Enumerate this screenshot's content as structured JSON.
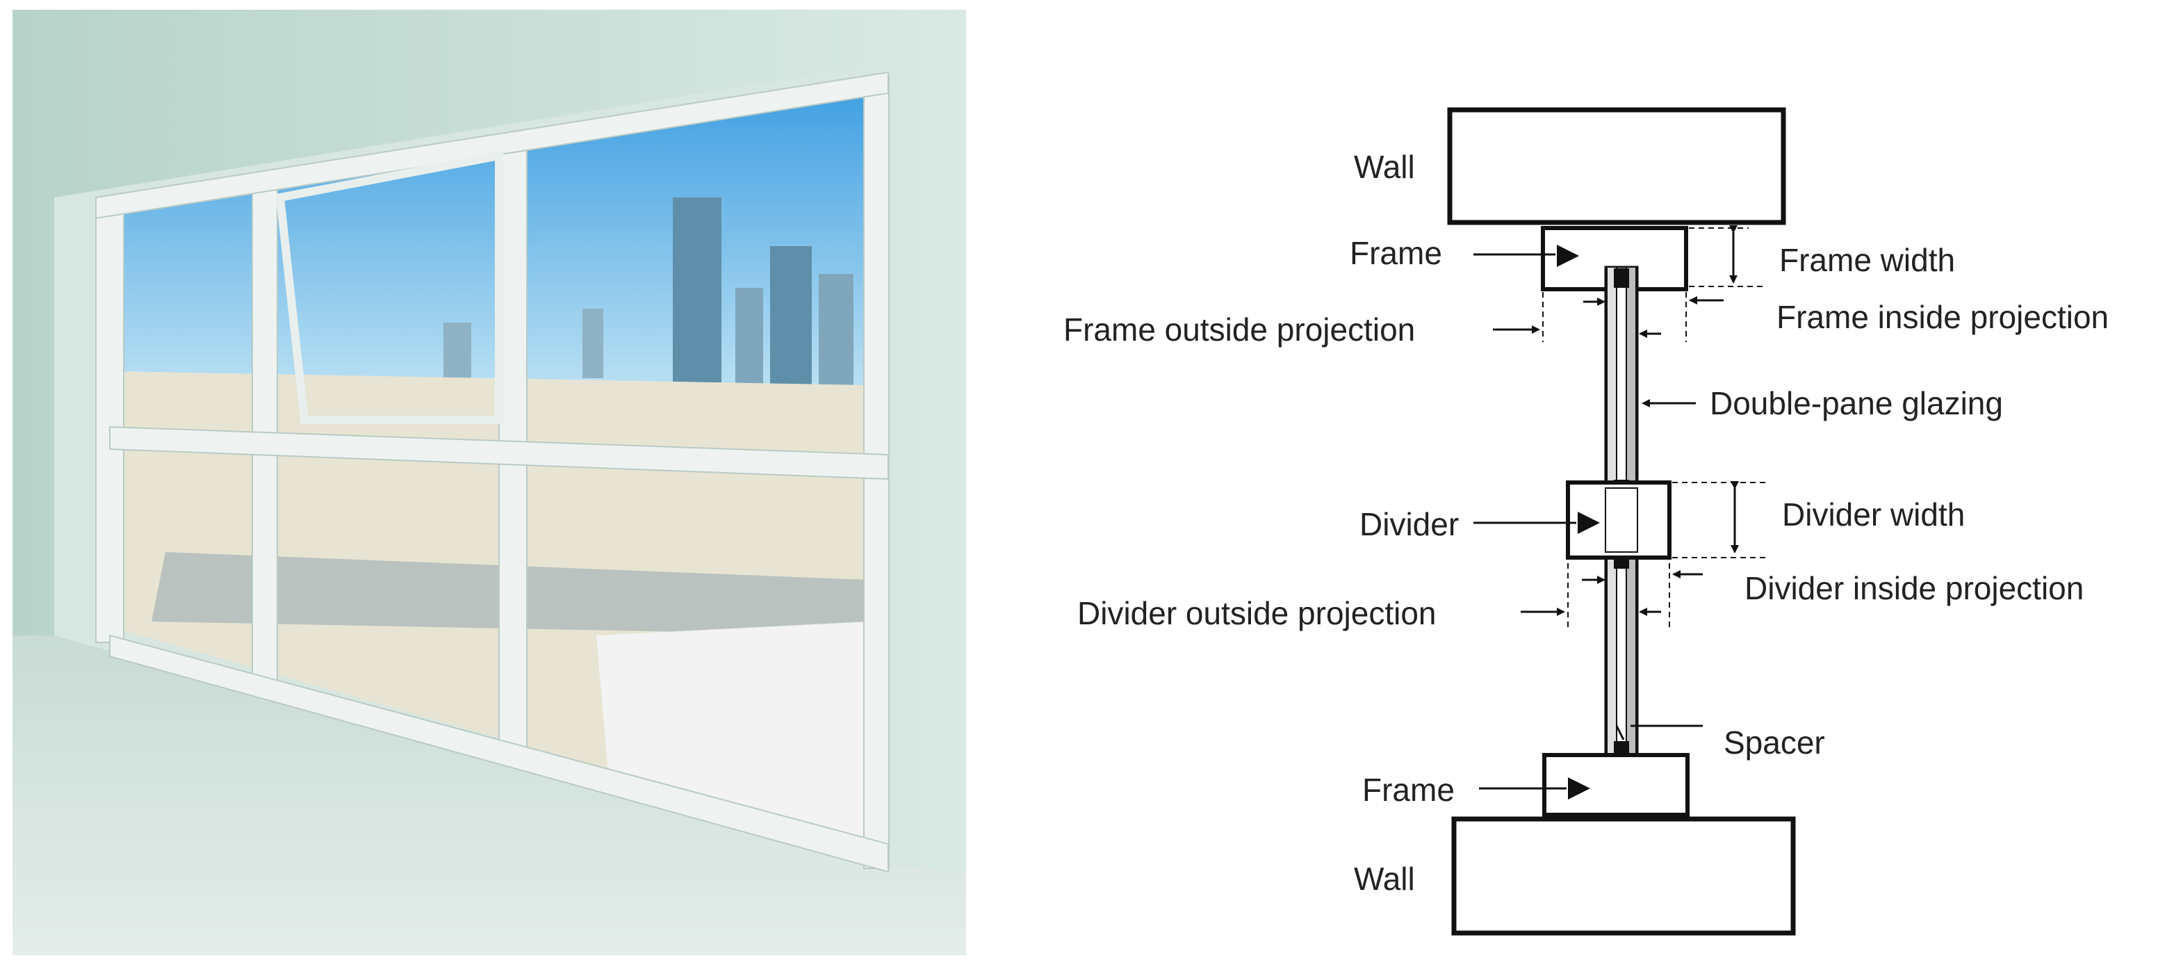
{
  "colors": {
    "wall_interior": "#cfe3dc",
    "sky_top": "#4aa8e6",
    "sky_bottom": "#cdeaf4",
    "ground": "#e6e3d6",
    "floor": "#d6e4df",
    "frame": "#eef3f1",
    "diagram_stroke": "#111111",
    "glazing_fill": "#bdbdbd"
  },
  "photo": {
    "icon": "window-interior-photo"
  },
  "diagram": {
    "labels": {
      "wall_top": "Wall",
      "frame_top": "Frame",
      "frame_width": "Frame width",
      "frame_outside_projection": "Frame outside projection",
      "frame_inside_projection": "Frame inside projection",
      "double_pane_glazing": "Double-pane glazing",
      "divider": "Divider",
      "divider_width": "Divider width",
      "divider_outside_projection": "Divider outside projection",
      "divider_inside_projection": "Divider inside projection",
      "spacer": "Spacer",
      "frame_bottom": "Frame",
      "wall_bottom": "Wall"
    }
  }
}
